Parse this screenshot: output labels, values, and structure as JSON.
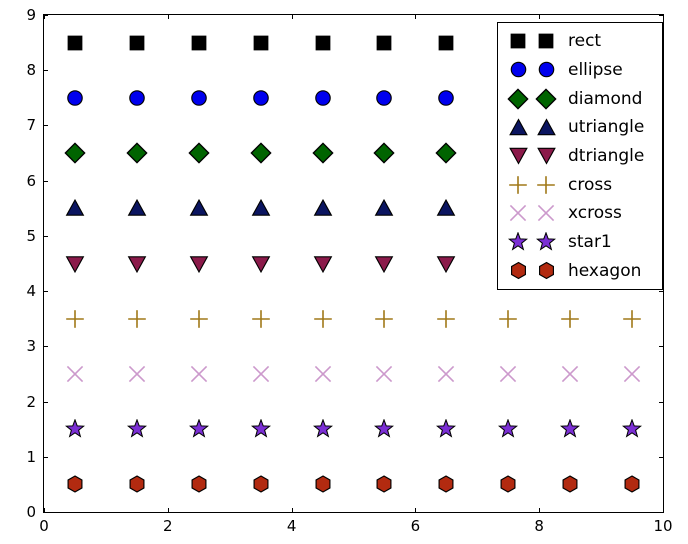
{
  "chart_data": {
    "type": "scatter",
    "title": "",
    "xlabel": "",
    "ylabel": "",
    "xlim": [
      0,
      10
    ],
    "ylim": [
      0,
      9
    ],
    "grid": false,
    "legend_position": "upper right",
    "xticks": [
      0,
      2,
      4,
      6,
      8,
      10
    ],
    "yticks": [
      0,
      1,
      2,
      3,
      4,
      5,
      6,
      7,
      8,
      9
    ],
    "xticklabels": [
      "0",
      "2",
      "4",
      "6",
      "8",
      "10"
    ],
    "yticklabels": [
      "0",
      "1",
      "2",
      "3",
      "4",
      "5",
      "6",
      "7",
      "8",
      "9"
    ],
    "series": [
      {
        "name": "rect",
        "marker": "square",
        "color": "#000000",
        "edgecolor": "#000000",
        "y": 8.5,
        "x": [
          0.5,
          1.5,
          2.5,
          3.5,
          4.5,
          5.5,
          6.5,
          7.5,
          8.5,
          9.5
        ],
        "visible_count": 7
      },
      {
        "name": "ellipse",
        "marker": "circle",
        "color": "#0000ee",
        "edgecolor": "#000000",
        "y": 7.5,
        "x": [
          0.5,
          1.5,
          2.5,
          3.5,
          4.5,
          5.5,
          6.5,
          7.5,
          8.5,
          9.5
        ],
        "visible_count": 7
      },
      {
        "name": "diamond",
        "marker": "diamond",
        "color": "#006400",
        "edgecolor": "#000000",
        "y": 6.5,
        "x": [
          0.5,
          1.5,
          2.5,
          3.5,
          4.5,
          5.5,
          6.5,
          7.5,
          8.5,
          9.5
        ],
        "visible_count": 7
      },
      {
        "name": "utriangle",
        "marker": "triangle-up",
        "color": "#0b1560",
        "edgecolor": "#000000",
        "y": 5.5,
        "x": [
          0.5,
          1.5,
          2.5,
          3.5,
          4.5,
          5.5,
          6.5,
          7.5,
          8.5,
          9.5
        ],
        "visible_count": 7
      },
      {
        "name": "dtriangle",
        "marker": "triangle-down",
        "color": "#8b1game",
        "edgecolor": "#000000",
        "y": 4.5,
        "x": [
          0.5,
          1.5,
          2.5,
          3.5,
          4.5,
          5.5,
          6.5,
          7.5,
          8.5,
          9.5
        ],
        "visible_count": 7
      },
      {
        "name": "cross",
        "marker": "plus",
        "color": "#a07818",
        "edgecolor": "#a07818",
        "y": 3.5,
        "x": [
          0.5,
          1.5,
          2.5,
          3.5,
          4.5,
          5.5,
          6.5,
          7.5,
          8.5,
          9.5
        ],
        "visible_count": 10
      },
      {
        "name": "xcross",
        "marker": "x",
        "color": "#cc99cc",
        "edgecolor": "#cc99cc",
        "y": 2.5,
        "x": [
          0.5,
          1.5,
          2.5,
          3.5,
          4.5,
          5.5,
          6.5,
          7.5,
          8.5,
          9.5
        ],
        "visible_count": 10
      },
      {
        "name": "star1",
        "marker": "star",
        "color": "#7b2fd4",
        "edgecolor": "#000000",
        "y": 1.5,
        "x": [
          0.5,
          1.5,
          2.5,
          3.5,
          4.5,
          5.5,
          6.5,
          7.5,
          8.5,
          9.5
        ],
        "visible_count": 10
      },
      {
        "name": "hexagon",
        "marker": "hexagon",
        "color": "#b22породa",
        "edgecolor": "#000000",
        "y": 0.5,
        "x": [
          0.5,
          1.5,
          2.5,
          3.5,
          4.5,
          5.5,
          6.5,
          7.5,
          8.5,
          9.5
        ],
        "visible_count": 10
      }
    ]
  },
  "legend": {
    "entries": [
      {
        "label": "rect"
      },
      {
        "label": "ellipse"
      },
      {
        "label": "diamond"
      },
      {
        "label": "utriangle"
      },
      {
        "label": "dtriangle"
      },
      {
        "label": "cross"
      },
      {
        "label": "xcross"
      },
      {
        "label": "star1"
      },
      {
        "label": "hexagon"
      }
    ]
  }
}
